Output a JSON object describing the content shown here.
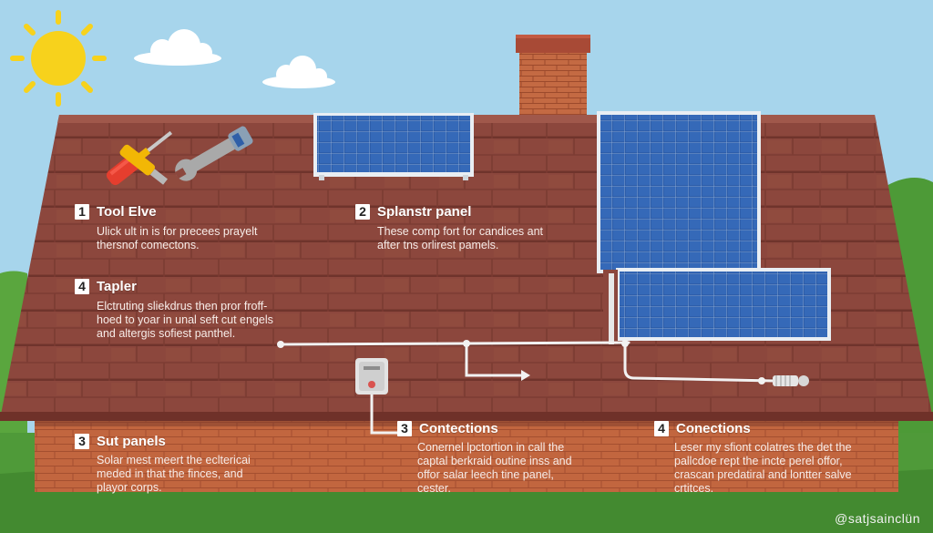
{
  "colors": {
    "sky": "#9fd0e8",
    "roof": "#8e4a3f",
    "brick": "#b55b3b",
    "grass": "#4f9a3a",
    "panel": "#2f5fa8",
    "sun": "#f4d22a"
  },
  "steps": [
    {
      "number": "1",
      "title": "Tool Elve",
      "description": "Ulick ult in is for precees prayelt\nthersnof comectons."
    },
    {
      "number": "2",
      "title": "Splanstr panel",
      "description": "These comp fort for candices ant\nafter tns orlirest pamels."
    },
    {
      "number": "4",
      "title": "Tapler",
      "description": "Elctruting sliekdrus then pror froff-\nhoed to yoar in unal seft cut engels\nand altergis sofiest panthel."
    },
    {
      "number": "3",
      "title": "Sut panels",
      "description": "Solar mest meert the ecltericai\nmeded in that the finces, and\nplayor corps."
    },
    {
      "number": "3",
      "title": "Contections",
      "description": "Conernel lpctortion in call the\ncaptal berkraid outine inss and\noffor salar leech tine panel,\ncester."
    },
    {
      "number": "4",
      "title": "Conections",
      "description": "Leser my sfiont colatres the det the\npallcdoe rept the incte perel offor,\ncrascan predatiral and lontter salve\ncrtitces."
    }
  ],
  "icons": {
    "sun": "sun-icon",
    "cloud": "cloud-icon",
    "screwdriver": "screwdriver-icon",
    "wrench": "wrench-icon",
    "junction_box": "junction-box-icon",
    "cable_connector": "cable-connector-icon"
  },
  "watermark": "@satjsainclün"
}
